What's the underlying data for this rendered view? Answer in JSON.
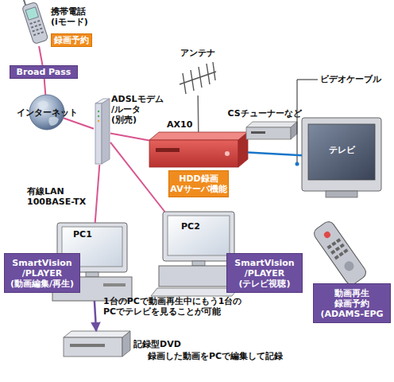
{
  "diagram": {
    "nodes": [
      {
        "text": [
          "携帯電話 (iモード)"
        ]
      },
      {
        "text": [
          "録画予約"
        ]
      },
      {
        "text": [
          "Broad Pass"
        ]
      },
      {
        "text": [
          "インターネット"
        ]
      },
      {
        "text": [
          "ADSLモデム /ルータ (別売)"
        ]
      },
      {
        "text": [
          "AX10"
        ]
      },
      {
        "text": [
          "HDD録画 AVサーバ機能"
        ]
      },
      {
        "text": [
          "アンテナ"
        ]
      },
      {
        "text": [
          "CSチューナーなど"
        ]
      },
      {
        "text": [
          "テレビ"
        ]
      },
      {
        "text": [
          "PC1"
        ]
      },
      {
        "text": [
          "PC2"
        ]
      },
      {
        "text": [
          "SmartVision /PLAYER (動画編集/再生)"
        ]
      },
      {
        "text": [
          "SmartVision /PLAYER (テレビ視聴)"
        ]
      },
      {
        "text": [
          "記録型DVD"
        ]
      },
      {
        "text": [
          "動画再生 録画予約 (ADAMS-EPG"
        ]
      }
    ],
    "edges": [
      {
        "from": 0,
        "to": 2,
        "arrow": "none"
      },
      {
        "from": 2,
        "to": 3,
        "arrow": "none"
      },
      {
        "from": 3,
        "to": 4,
        "arrow": "none"
      },
      {
        "from": 4,
        "to": 5,
        "arrow": "none"
      },
      {
        "from": 4,
        "to": 10,
        "arrow": "none"
      },
      {
        "from": 4,
        "to": 11,
        "arrow": "none"
      },
      {
        "from": 7,
        "to": 5,
        "arrow": "none"
      },
      {
        "from": 5,
        "to": 9,
        "arrow": "none"
      },
      {
        "from": 10,
        "to": 14,
        "arrow": "to"
      }
    ],
    "labels": [
      "ビデオケーブル",
      "有線LAN 100BASE-TX",
      "1台のPCで動画再生中にもう1台の PCでテレビを見ることが可能",
      "録画した動画をPCで編集して記録"
    ]
  }
}
